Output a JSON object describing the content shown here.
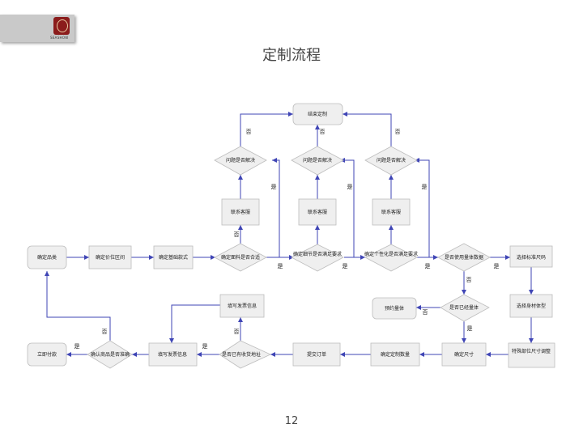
{
  "slide": {
    "title": "定制流程",
    "page_number": "12"
  },
  "logo": {
    "text": "SEASHOW"
  },
  "nodes": {
    "end": "结束定制",
    "q1": "问题是否解决",
    "q2": "问题是否解决",
    "q3": "问题是否解决",
    "cs1": "联系客服",
    "cs2": "联系客服",
    "cs3": "联系客服",
    "category": "确定品类",
    "price": "确定价位区间",
    "style": "确定基础款式",
    "fabric": "确定面料是否合适",
    "detail": "确定细节是否满足要求",
    "personal": "确定个性化是否满足要求",
    "use_body": "是否使用量体数据",
    "std_size": "选择标准尺码",
    "body_type": "选择身材体型",
    "special": "特殊部位尺寸调整",
    "confirm_size": "确定尺寸",
    "measured": "是否已经量体",
    "appointment": "预约量体",
    "quantity": "确定定制数量",
    "submit": "提交订单",
    "has_address": "是否已有收货地址",
    "address_info": "填写发票信息",
    "invoice": "填写发票信息",
    "ready": "确认商品是否准确",
    "pay": "立即付款"
  },
  "labels": {
    "yes": "是",
    "no": "否"
  }
}
